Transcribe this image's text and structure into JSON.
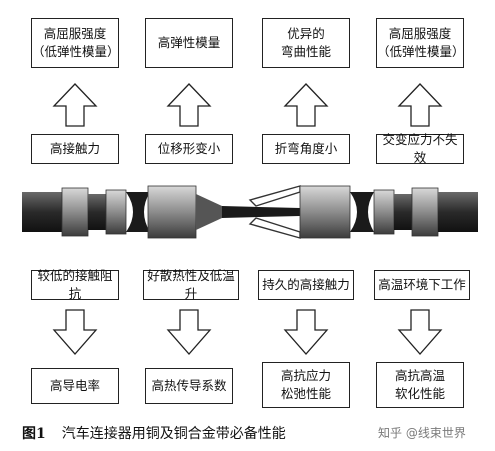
{
  "top_row": {
    "properties": [
      {
        "line1": "高屈服强度",
        "line2": "（低弹性模量）"
      },
      {
        "line1": "高弹性模量",
        "line2": ""
      },
      {
        "line1": "优异的",
        "line2": "弯曲性能"
      },
      {
        "line1": "高屈服强度",
        "line2": "（低弹性模量）"
      }
    ],
    "effects": [
      "高接触力",
      "位移形变小",
      "折弯角度小",
      "交变应力不失效"
    ]
  },
  "bottom_row": {
    "requirements": [
      "较低的接触阻抗",
      "好散热性及低温升",
      "持久的高接触力",
      "高温环境下工作"
    ],
    "properties": [
      {
        "line1": "高导电率",
        "line2": ""
      },
      {
        "line1": "高热传导系数",
        "line2": ""
      },
      {
        "line1": "高抗应力",
        "line2": "松弛性能"
      },
      {
        "line1": "高抗高温",
        "line2": "软化性能"
      }
    ]
  },
  "caption": {
    "figure_label": "图1",
    "text": "汽车连接器用铜及铜合金带必备性能"
  },
  "watermark": "知乎 @线束世界"
}
